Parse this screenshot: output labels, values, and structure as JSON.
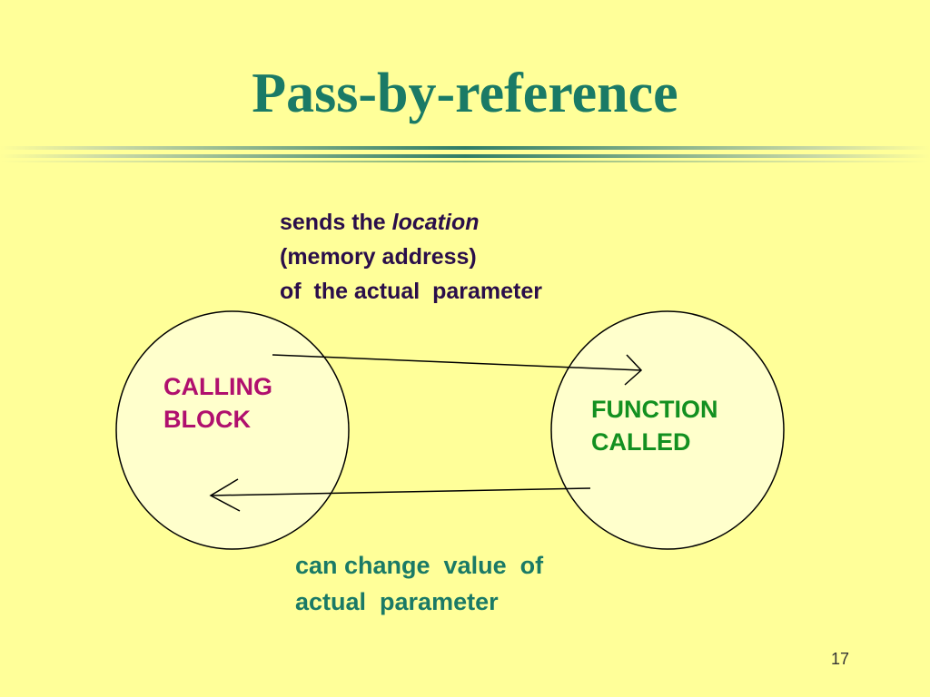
{
  "slide": {
    "title": "Pass-by-reference",
    "page_number": "17"
  },
  "top_note": {
    "line1_prefix": "sends the ",
    "line1_emphasis": "location",
    "line2": "(memory address)",
    "line3": "of  the actual  parameter"
  },
  "calling_block": {
    "line1": "CALLING",
    "line2": "BLOCK"
  },
  "function_called": {
    "line1": "FUNCTION",
    "line2": "CALLED"
  },
  "bottom_note": {
    "line1": "can change  value  of",
    "line2": "actual  parameter"
  },
  "colors": {
    "background": "#ffff99",
    "title": "#1a7a66",
    "circle_fill": "#ffffcc",
    "calling_text": "#b0106e",
    "called_text": "#139020",
    "top_note_text": "#2a0e4a",
    "bottom_note_text": "#1a7a66"
  }
}
